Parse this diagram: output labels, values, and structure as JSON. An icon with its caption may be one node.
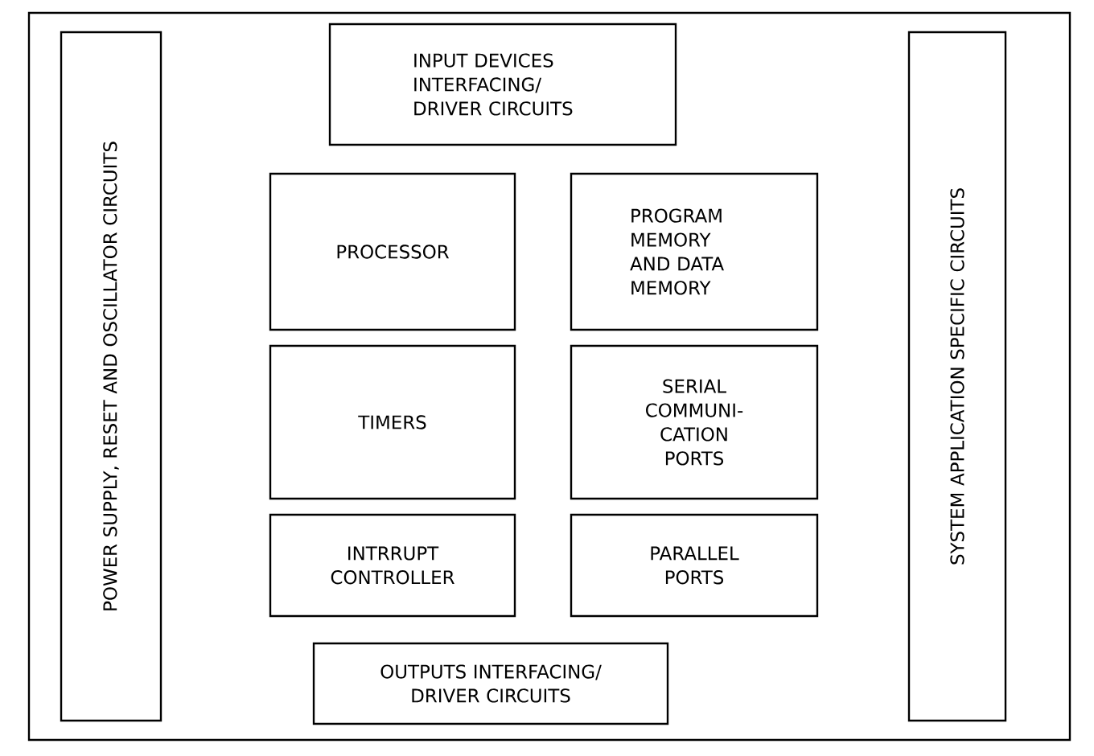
{
  "diagram": {
    "nodes": [
      {
        "text": [],
        "shape": "box"
      },
      {
        "text": [
          "POWER SUPPLY, RESET AND OSCILLATOR CIRCUITS"
        ],
        "in": 0
      },
      {
        "text": [
          "INPUT DEVICES INTERFACING/ DRIVER CIRCUITS"
        ],
        "in": 0
      },
      {
        "text": [
          "PROCESSOR"
        ],
        "in": 0
      },
      {
        "text": [
          "PROGRAM MEMORY AND DATA MEMORY"
        ],
        "in": 0
      },
      {
        "text": [
          "TIMERS"
        ],
        "in": 0
      },
      {
        "text": [
          "SERIAL COMMUNI- CATION PORTS"
        ],
        "in": 0
      },
      {
        "text": [
          "INTRRUPT CONTROLLER"
        ],
        "in": 0
      },
      {
        "text": [
          "PARALLEL PORTS"
        ],
        "in": 0
      },
      {
        "text": [
          "OUTPUTS INTERFACING/ DRIVER CIRCUITS"
        ],
        "in": 0
      },
      {
        "text": [
          "SYSTEM APPLICATION SPECIFIC CIRCUITS"
        ],
        "in": 0
      }
    ]
  }
}
